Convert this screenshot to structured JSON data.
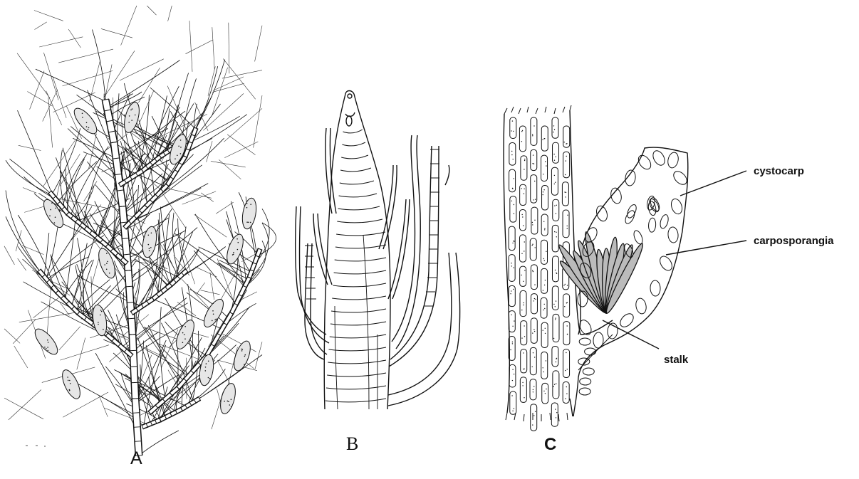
{
  "panels": {
    "a": {
      "label": "A"
    },
    "b": {
      "label": "B"
    },
    "c": {
      "label": "C"
    }
  },
  "annotations": {
    "cystocarp": "cystocarp",
    "carposporangia": "carposporangia",
    "stalk": "stalk"
  }
}
